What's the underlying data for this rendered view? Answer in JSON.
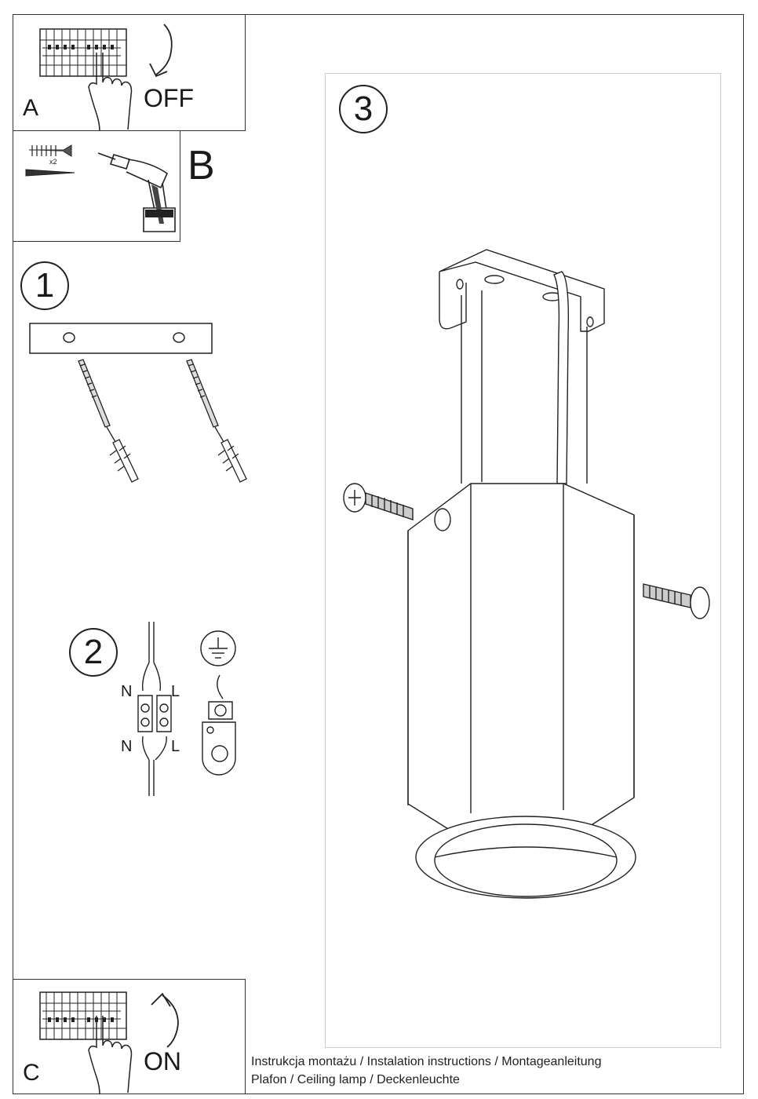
{
  "steps": {
    "a": {
      "letter": "A",
      "action": "OFF"
    },
    "b": {
      "letter": "B",
      "quantity": "x2"
    },
    "c": {
      "letter": "C",
      "action": "ON"
    },
    "step1": {
      "number": "1"
    },
    "step2": {
      "number": "2",
      "neutral": "N",
      "live": "L"
    },
    "step3": {
      "number": "3"
    }
  },
  "footer": {
    "line1": "Instrukcja montażu / Instalation instructions / Montageanleitung",
    "line2": "Plafon / Ceiling lamp / Deckenleuchte"
  },
  "icons": [
    "circuit-breaker-panel-icon",
    "hand-pointer-icon",
    "arrow-down-icon",
    "arrow-up-icon",
    "wall-plug-icon",
    "screw-icon",
    "drill-icon",
    "earth-ground-icon",
    "terminal-block-icon",
    "ceiling-lamp-icon"
  ]
}
